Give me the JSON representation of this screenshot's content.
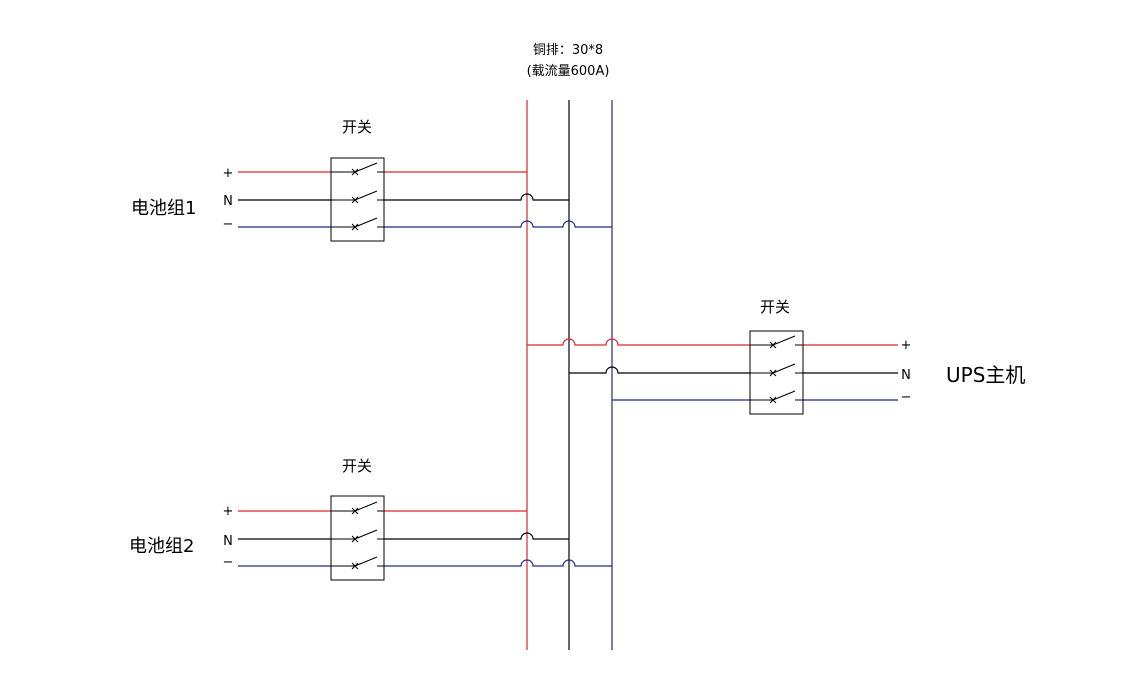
{
  "colors": {
    "positive": "#d9262c",
    "neutral": "#000000",
    "negative": "#1f2a8a"
  },
  "busbar": {
    "line1": "铜排：30*8",
    "line2": "(载流量600A)"
  },
  "battery1": {
    "label": "电池组1",
    "switch_label": "开关",
    "plus": "+",
    "n": "N",
    "minus": "−"
  },
  "battery2": {
    "label": "电池组2",
    "switch_label": "开关",
    "plus": "+",
    "n": "N",
    "minus": "−"
  },
  "ups": {
    "label": "UPS主机",
    "switch_label": "开关",
    "plus": "+",
    "n": "N",
    "minus": "−"
  }
}
